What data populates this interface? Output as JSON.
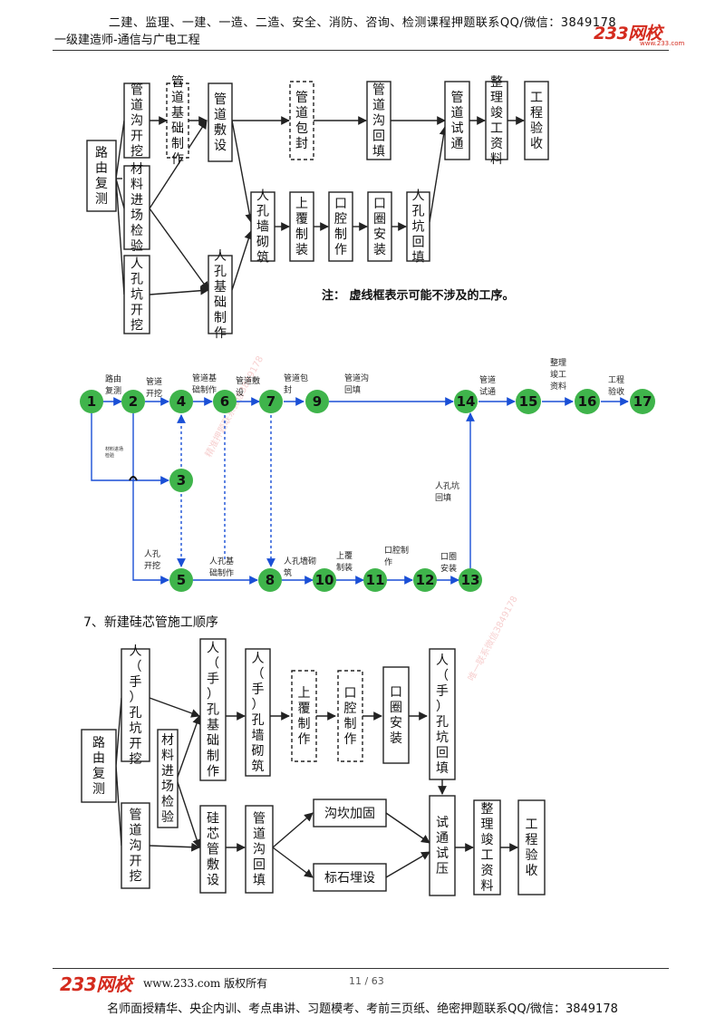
{
  "header": {
    "line1": "二建、监理、一建、一造、二造、安全、消防、咨询、检测课程押题联系QQ/微信：3849178",
    "line2": "一级建造师-通信与广电工程",
    "logo": "233网校",
    "logo_url": "www.233.com"
  },
  "flow1": {
    "boxes": [
      {
        "id": "route",
        "text": "路由复测",
        "dashed": false
      },
      {
        "id": "trench",
        "text": "管道沟开挖",
        "dashed": false
      },
      {
        "id": "material",
        "text": "材料进场检验",
        "dashed": false
      },
      {
        "id": "pit",
        "text": "人孔坑开挖",
        "dashed": false
      },
      {
        "id": "base",
        "text": "管道基础制作",
        "dashed": true
      },
      {
        "id": "lay",
        "text": "管道敷设",
        "dashed": false
      },
      {
        "id": "mbase",
        "text": "人孔基础制作",
        "dashed": false
      },
      {
        "id": "wrap",
        "text": "管道包封",
        "dashed": true
      },
      {
        "id": "wall",
        "text": "人孔墙砌筑",
        "dashed": false
      },
      {
        "id": "cover",
        "text": "上覆制装",
        "dashed": false
      },
      {
        "id": "backfill",
        "text": "管道沟回填",
        "dashed": false
      },
      {
        "id": "cavity",
        "text": "口腔制作",
        "dashed": false
      },
      {
        "id": "ring",
        "text": "口圈安装",
        "dashed": false
      },
      {
        "id": "pitfill",
        "text": "人孔坑回填",
        "dashed": false
      },
      {
        "id": "test",
        "text": "管道试通",
        "dashed": false
      },
      {
        "id": "docs",
        "text": "整理竣工资料",
        "dashed": false
      },
      {
        "id": "accept",
        "text": "工程验收",
        "dashed": false
      }
    ],
    "note": "注：  虚线框表示可能不涉及的工序。"
  },
  "network": {
    "nodes": [
      "1",
      "2",
      "4",
      "6",
      "7",
      "9",
      "14",
      "15",
      "16",
      "17",
      "3",
      "5",
      "8",
      "10",
      "11",
      "12",
      "13"
    ],
    "labels": {
      "a12": "路由复测",
      "a24": "管道开挖",
      "a46": "管道基础制作",
      "a67": "管道敷设",
      "a79": "管道包封",
      "a914": "管道沟回填",
      "a1415": "管道试通",
      "a1516": "整理竣工资料",
      "a1617": "工程验收",
      "a13": "材料进场检验",
      "a25": "人孔开挖",
      "a58": "人孔基础制作",
      "a810": "人孔墙砌筑",
      "a1011": "上覆制装",
      "a1112": "口腔制作",
      "a1213": "口圈安装",
      "a1314": "人孔坑回填"
    },
    "node_color": "#3fb44b",
    "watermark": "精准押题联系微信3849178"
  },
  "section7": {
    "title": "7、新建硅芯管施工顺序"
  },
  "flow2": {
    "boxes": [
      {
        "id": "route",
        "text": "路由复测",
        "dashed": false
      },
      {
        "id": "mpit",
        "text": "人（手）孔坑开挖",
        "dashed": false
      },
      {
        "id": "trench",
        "text": "管道沟开挖",
        "dashed": false
      },
      {
        "id": "material",
        "text": "材料进场检验",
        "dashed": false
      },
      {
        "id": "mbase",
        "text": "人（手）孔基础制作",
        "dashed": false
      },
      {
        "id": "silicon",
        "text": "硅芯管敷设",
        "dashed": false
      },
      {
        "id": "wall",
        "text": "人（手）孔墙砌筑",
        "dashed": false
      },
      {
        "id": "backfill",
        "text": "管道沟回填",
        "dashed": false
      },
      {
        "id": "cover",
        "text": "上覆制作",
        "dashed": true
      },
      {
        "id": "cavity",
        "text": "口腔制作",
        "dashed": true
      },
      {
        "id": "ring",
        "text": "口圈安装",
        "dashed": false
      },
      {
        "id": "pitfill",
        "text": "人（手）孔坑回填",
        "dashed": false
      },
      {
        "id": "ditch",
        "text": "沟坎加固",
        "dashed": false
      },
      {
        "id": "marker",
        "text": "标石埋设",
        "dashed": false
      },
      {
        "id": "press",
        "text": "试通试压",
        "dashed": false
      },
      {
        "id": "docs",
        "text": "整理竣工资料",
        "dashed": false
      },
      {
        "id": "accept",
        "text": "工程验收",
        "dashed": false
      }
    ],
    "watermark": "唯一联系微信3849178"
  },
  "footer": {
    "logo": "233网校",
    "copyright": "www.233.com 版权所有",
    "page": "11 / 63",
    "bottom": "名师面授精华、央企内训、考点串讲、习题模考、考前三页纸、绝密押题联系QQ/微信：3849178"
  }
}
